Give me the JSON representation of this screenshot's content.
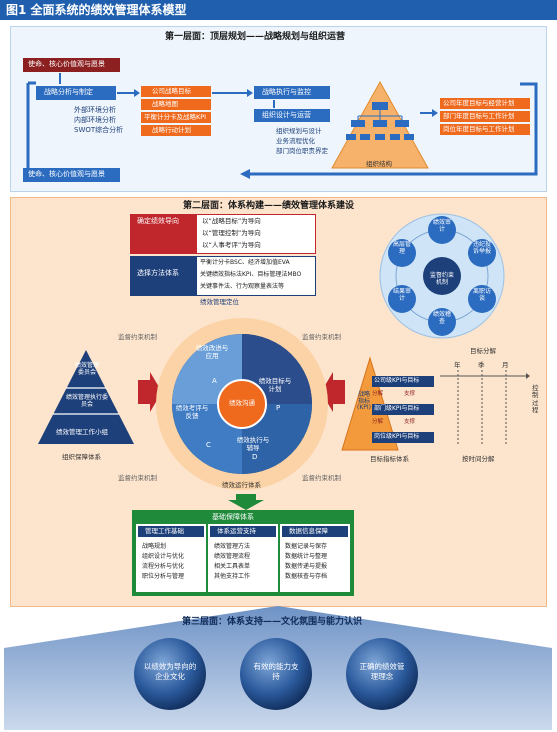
{
  "figure": {
    "title": "图1 全面系统的绩效管理体系模型"
  },
  "colors": {
    "header_blue": "#1f5fae",
    "dark_blue": "#1d3f7a",
    "mid_blue": "#2b6cc0",
    "light_blue": "#cfe4f7",
    "orange": "#ef6a1d",
    "dark_red": "#8c1f1f",
    "peach": "#fde4cc",
    "green": "#1e8a3a",
    "navy": "#0f2a57"
  },
  "layer1": {
    "title": "第一层面：顶层规划——战略规划与组织运营",
    "mission_top": "使命、核心价值观与愿景",
    "mission_bottom": "使命、核心价值观与愿景",
    "strategy_box": "战略分析与制定",
    "analysis": [
      "外部环境分析",
      "内部环境分析",
      "SWOT综合分析"
    ],
    "strategy_items": [
      "公司战略目标",
      "战略地图",
      "平衡计分卡及战略KPI",
      "战略行动计划"
    ],
    "execution_box": "战略执行与监控",
    "org_box": "组织设计与运营",
    "org_items": [
      "组织规划与设计",
      "业务流程优化",
      "部门岗位职责界定"
    ],
    "org_label": "组织结构",
    "plans": [
      "公司年度目标与经营计划",
      "部门年度目标与工作计划",
      "岗位年度目标与工作计划"
    ]
  },
  "layer2": {
    "title": "第二层面：体系构建——绩效管理体系建设",
    "orientation_label": "确定绩效导向",
    "orientations": [
      "以“战略目标”为导向",
      "以“管理控制”为导向",
      "以“人事考评”为导向"
    ],
    "method_label": "选择方法体系",
    "methods": [
      "平衡计分卡BSC、经济增加值EVA",
      "关键绩效指标法KPI、目标管理法MBO",
      "关键事件法、行为观察量表法等"
    ],
    "positioning": "绩效管理定位",
    "hub": "监督约束机制",
    "hub_nodes": [
      "绩效审计",
      "违纪投诉举报",
      "离职访谈",
      "绩效稽查",
      "结果审计",
      "高层管理"
    ],
    "left_constraint": "监督约束机制",
    "right_constraint": "监督约束机制",
    "left_constraint2": "监督约束机制",
    "right_constraint2": "监督约束机制",
    "left_pyramid": [
      "绩效管理委员会",
      "绩效管理执行委员会",
      "绩效管理工作小组"
    ],
    "left_caption": "组织保障体系",
    "cycle_labels": [
      "绩效改进与应用",
      "绩效目标与计划",
      "绩效考评与反馈",
      "绩效执行与辅导"
    ],
    "cycle_center": "绩效沟通",
    "pdca": [
      "A",
      "P",
      "C",
      "D"
    ],
    "cycle_caption": "绩效运行体系",
    "right_title": "目标分解",
    "right_axis": [
      "年",
      "季",
      "月"
    ],
    "kpi_levels": [
      "公司级KPI与目标",
      "部门级KPI与目标",
      "岗位级KPI与目标"
    ],
    "split_labels": [
      "分解",
      "支撑",
      "分解",
      "支撑"
    ],
    "right_side_text": "控制过程",
    "right_triangle_text": "战略指标(KPI)",
    "right_caption": "目标指标体系",
    "time_caption": "按时间分解",
    "basic_title": "基础保障体系",
    "basic_cols": [
      {
        "head": "管理工作基础",
        "items": [
          "战略规划",
          "组织设计与优化",
          "流程分析与优化",
          "职位分析与管理"
        ]
      },
      {
        "head": "体系运营支持",
        "items": [
          "绩效管理方法",
          "绩效管理流程",
          "相关工具表单",
          "其他支持工作"
        ]
      },
      {
        "head": "数据信息保障",
        "items": [
          "数据记录与保存",
          "数据统计与整理",
          "数据传递与提报",
          "数据核查与存档"
        ]
      }
    ]
  },
  "layer3": {
    "title": "第三层面：体系支持——文化氛围与能力认识",
    "circles": [
      "以绩效为导向的企业文化",
      "有效的能力支持",
      "正确的绩效管理理念"
    ]
  }
}
